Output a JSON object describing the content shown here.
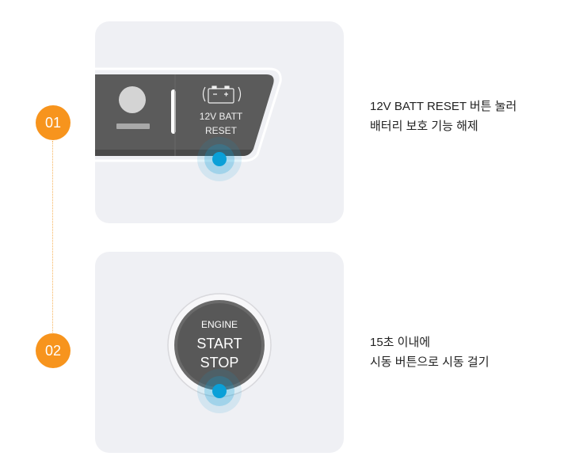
{
  "steps": [
    {
      "number": "01",
      "panel": {
        "label_line1": "12V BATT",
        "label_line2": "RESET",
        "battery_icon": "battery-icon"
      },
      "description": [
        "12V BATT RESET 버튼 눌러",
        "배터리 보호 기능 해제"
      ]
    },
    {
      "number": "02",
      "button": {
        "label_small": "ENGINE",
        "label_line1": "START",
        "label_line2": "STOP"
      },
      "description": [
        "15초 이내에",
        "시동 버튼으로 시동 걸기"
      ]
    }
  ],
  "colors": {
    "accent": "#f7941d",
    "touch": "#0aa0d8",
    "card": "#eff0f4",
    "panel": "#5b5b5b"
  }
}
